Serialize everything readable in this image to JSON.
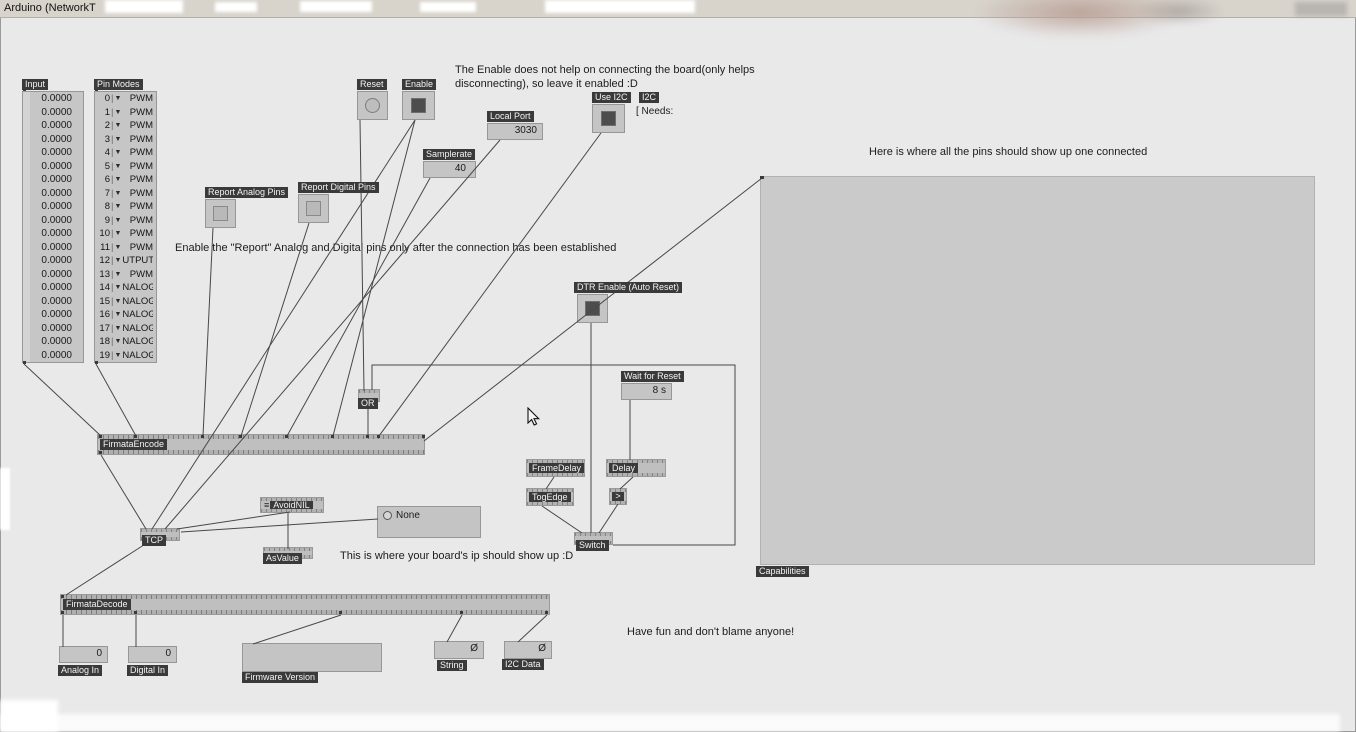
{
  "window": {
    "title": "Arduino (NetworkT"
  },
  "comments": {
    "enable1": "The Enable does not help on connecting the board(only helps",
    "enable2": "disconnecting), so leave it enabled :D",
    "report": "Enable the \"Report\" Analog and Digital pins only after the connection has been established",
    "pins": "Here is where all the pins should show up one connected",
    "ip": "This is where your board's ip should show up :D",
    "fun": "Have fun and don't blame anyone!"
  },
  "nodes": {
    "input": {
      "label": "Input",
      "values": [
        "0.0000",
        "0.0000",
        "0.0000",
        "0.0000",
        "0.0000",
        "0.0000",
        "0.0000",
        "0.0000",
        "0.0000",
        "0.0000",
        "0.0000",
        "0.0000",
        "0.0000",
        "0.0000",
        "0.0000",
        "0.0000",
        "0.0000",
        "0.0000",
        "0.0000",
        "0.0000"
      ]
    },
    "pin_modes": {
      "label": "Pin Modes",
      "rows": [
        {
          "num": "0",
          "mode": "PWM"
        },
        {
          "num": "1",
          "mode": "PWM"
        },
        {
          "num": "2",
          "mode": "PWM"
        },
        {
          "num": "3",
          "mode": "PWM"
        },
        {
          "num": "4",
          "mode": "PWM"
        },
        {
          "num": "5",
          "mode": "PWM"
        },
        {
          "num": "6",
          "mode": "PWM"
        },
        {
          "num": "7",
          "mode": "PWM"
        },
        {
          "num": "8",
          "mode": "PWM"
        },
        {
          "num": "9",
          "mode": "PWM"
        },
        {
          "num": "10",
          "mode": "PWM"
        },
        {
          "num": "11",
          "mode": "PWM"
        },
        {
          "num": "12",
          "mode": "UTPUT"
        },
        {
          "num": "13",
          "mode": "PWM"
        },
        {
          "num": "14",
          "mode": "NALOG"
        },
        {
          "num": "15",
          "mode": "NALOG"
        },
        {
          "num": "16",
          "mode": "NALOG"
        },
        {
          "num": "17",
          "mode": "NALOG"
        },
        {
          "num": "18",
          "mode": "NALOG"
        },
        {
          "num": "19",
          "mode": "NALOG"
        }
      ]
    },
    "reset": {
      "label": "Reset"
    },
    "enable": {
      "label": "Enable"
    },
    "local_port": {
      "label": "Local Port",
      "value": "3030"
    },
    "samplerate": {
      "label": "Samplerate",
      "value": "40"
    },
    "use_i2c": {
      "label": "Use I2C"
    },
    "i2c": {
      "label": "I2C",
      "needs": "[ Needs:"
    },
    "report_analog": {
      "label": "Report Analog Pins"
    },
    "report_digital": {
      "label": "Report Digital Pins"
    },
    "dtr": {
      "label": "DTR Enable (Auto Reset)"
    },
    "wait_for_reset": {
      "label": "Wait for Reset",
      "value": "8 s"
    },
    "or_node": {
      "label": "OR"
    },
    "firmata_encode": {
      "label": "FirmataEncode"
    },
    "frame_delay": {
      "label": "FrameDelay"
    },
    "delay": {
      "label": "Delay"
    },
    "tog_edge": {
      "label": "TogEdge"
    },
    "gt": {
      "label": ">"
    },
    "switch_node": {
      "label": "Switch"
    },
    "avoid_nil": {
      "label": "AvoidNIL"
    },
    "ip_select": {
      "value": "None"
    },
    "as_value": {
      "label": "AsValue"
    },
    "tcp": {
      "label": "TCP"
    },
    "firmata_decode": {
      "label": "FirmataDecode"
    },
    "analog_in": {
      "label": "Analog In",
      "value": "0"
    },
    "digital_in": {
      "label": "Digital In",
      "value": "0"
    },
    "firmware_version": {
      "label": "Firmware Version"
    },
    "string_out": {
      "label": "String",
      "value": "Ø"
    },
    "i2c_data": {
      "label": "I2C Data",
      "value": "Ø"
    },
    "capabilities": {
      "label": "Capabilities"
    }
  }
}
